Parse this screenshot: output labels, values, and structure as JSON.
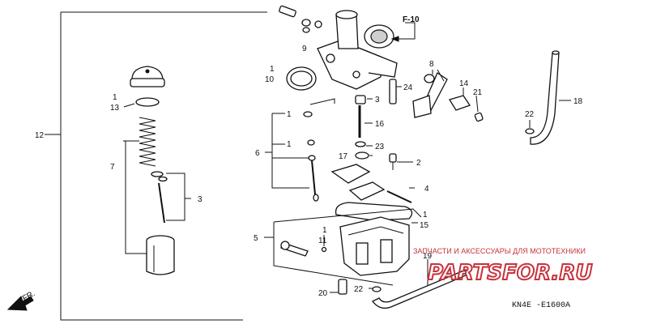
{
  "callouts": [
    {
      "id": "c1a",
      "label": "1"
    },
    {
      "id": "c10",
      "label": "10"
    },
    {
      "id": "c9",
      "label": "9"
    },
    {
      "id": "c1b",
      "label": "1"
    },
    {
      "id": "c13",
      "label": "13"
    },
    {
      "id": "c12",
      "label": "12"
    },
    {
      "id": "c7",
      "label": "7"
    },
    {
      "id": "c3a",
      "label": "3"
    },
    {
      "id": "c1c",
      "label": "1"
    },
    {
      "id": "c1d",
      "label": "1"
    },
    {
      "id": "c6",
      "label": "6"
    },
    {
      "id": "c3b",
      "label": "3"
    },
    {
      "id": "c16",
      "label": "16"
    },
    {
      "id": "c23",
      "label": "23"
    },
    {
      "id": "c17",
      "label": "17"
    },
    {
      "id": "c2",
      "label": "2"
    },
    {
      "id": "c4",
      "label": "4"
    },
    {
      "id": "c1e",
      "label": "1"
    },
    {
      "id": "c15",
      "label": "15"
    },
    {
      "id": "c5",
      "label": "5"
    },
    {
      "id": "c1f",
      "label": "1"
    },
    {
      "id": "c11",
      "label": "11"
    },
    {
      "id": "c19",
      "label": "19"
    },
    {
      "id": "c20",
      "label": "20"
    },
    {
      "id": "c22a",
      "label": "22"
    },
    {
      "id": "c8",
      "label": "8"
    },
    {
      "id": "c24",
      "label": "24"
    },
    {
      "id": "c14",
      "label": "14"
    },
    {
      "id": "c21",
      "label": "21"
    },
    {
      "id": "c22b",
      "label": "22"
    },
    {
      "id": "c18",
      "label": "18"
    }
  ],
  "section_ref": "F-10",
  "direction_label": "FR.",
  "diagram_code": "KN4E -E1600A",
  "watermark": {
    "subtitle": "ЗАПЧАСТИ И АКСЕССУАРЫ ДЛЯ МОТОТЕХНИКИ",
    "logo": "PARTSFOR.RU",
    "color": "#c8323c"
  }
}
